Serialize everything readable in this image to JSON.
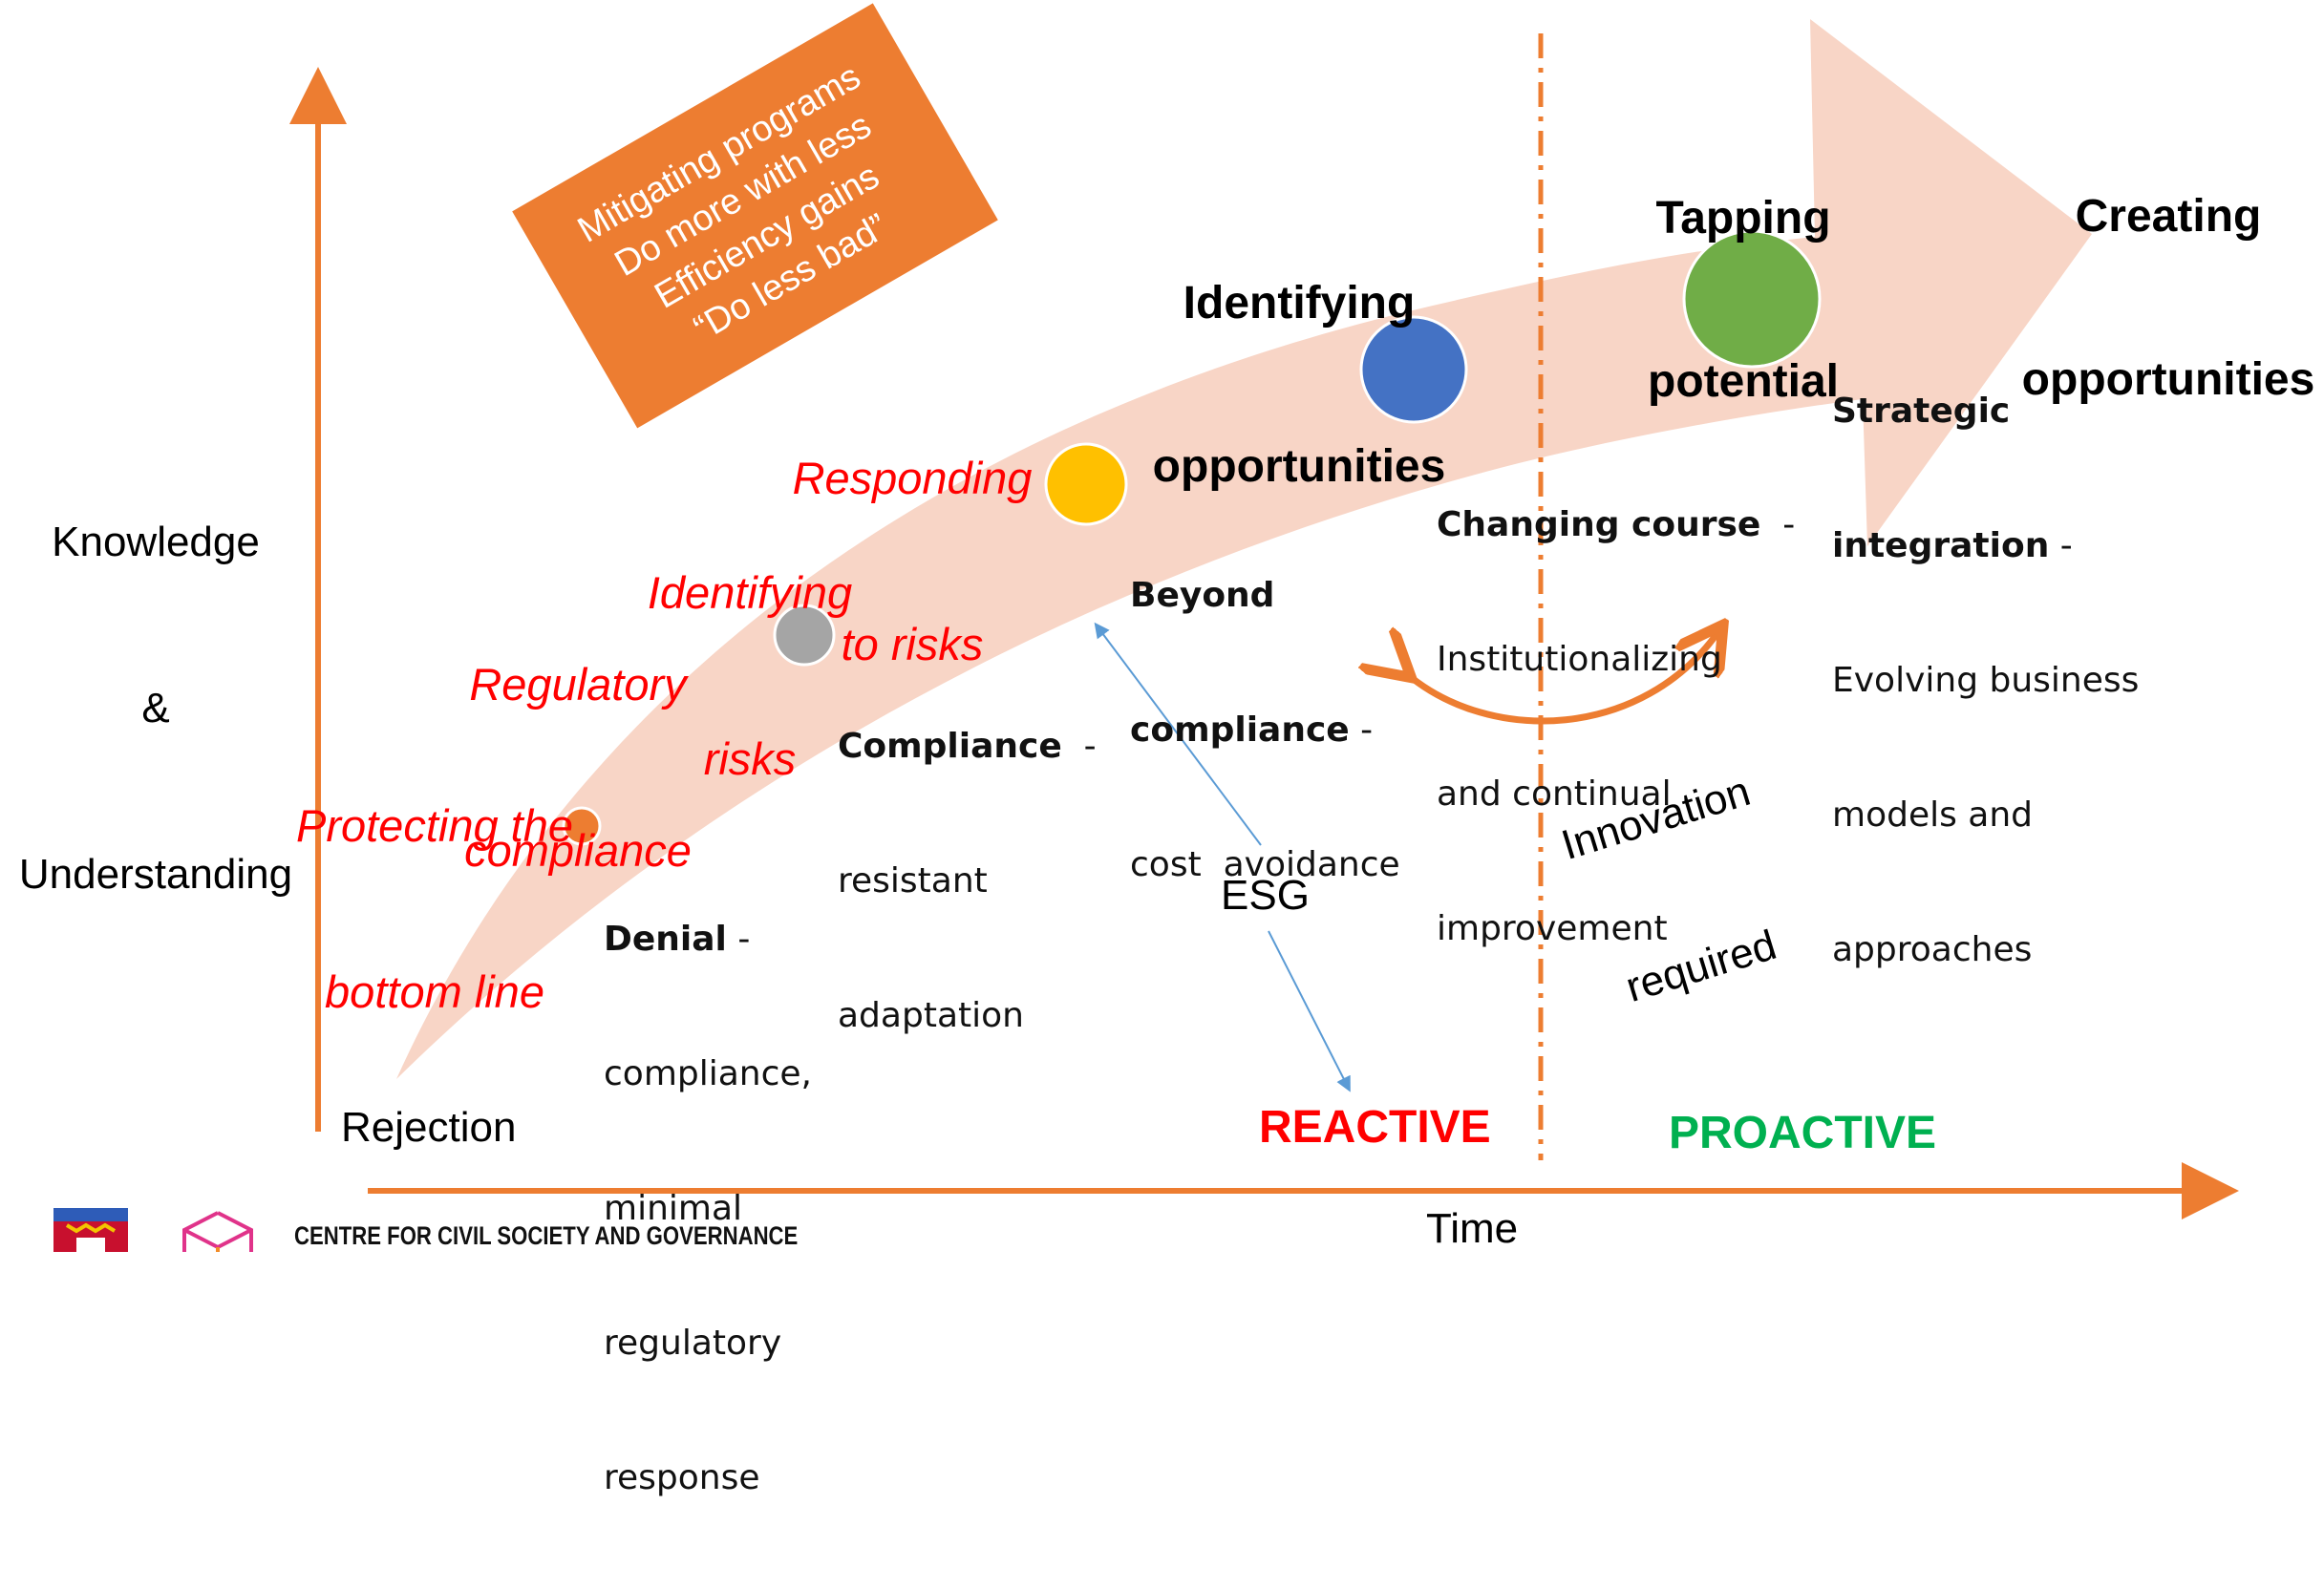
{
  "y_axis_label": [
    "Knowledge",
    "&",
    "Understanding"
  ],
  "x_axis_label": "Time",
  "origin_label": "Rejection",
  "box": {
    "lines": [
      "Mitigating programs",
      "Do more with less",
      "Efficiency gains",
      "“Do less  bad”"
    ],
    "color": "#ed7d31"
  },
  "risk_labels": [
    [
      "Responding",
      "to risks"
    ],
    [
      "Identifying",
      "risks"
    ],
    [
      "Regulatory",
      "compliance"
    ],
    [
      "Protecting the",
      "bottom line"
    ]
  ],
  "headings": {
    "identifying": [
      "Identifying",
      "opportunities"
    ],
    "tapping": [
      "Tapping",
      "potential"
    ],
    "creating": [
      "Creating",
      "opportunities"
    ]
  },
  "stages": [
    {
      "title": "Denial",
      "sep": " -",
      "lines": [
        "compliance,",
        "minimal",
        "regulatory",
        "response"
      ],
      "color": "#ed7d31"
    },
    {
      "title": "Compliance",
      "sep": "  -",
      "lines": [
        "resistant",
        "adaptation"
      ],
      "color": "#a5a5a5"
    },
    {
      "title_lines": [
        "Beyond",
        "compliance"
      ],
      "sep": " -",
      "lines": [
        "cost  avoidance"
      ],
      "color": "#ffc000"
    },
    {
      "title": "Changing course",
      "sep": "  -",
      "lines": [
        "Institutionalizing",
        "and continual",
        "improvement"
      ],
      "color": "#4472c4"
    },
    {
      "title_lines": [
        "Strategic",
        "integration"
      ],
      "sep": " -",
      "lines": [
        "Evolving business",
        "models and",
        "approaches"
      ],
      "color": "#70ad47"
    }
  ],
  "esg_label": "ESG",
  "innovation": [
    "Innovation",
    "required"
  ],
  "reactive": {
    "label": "REACTIVE",
    "color": "#ff0000"
  },
  "proactive": {
    "label": "PROACTIVE",
    "color": "#00b050"
  },
  "footer": {
    "centre": "CENTRE FOR CIVIL SOCIETY AND GOVERNANCE"
  },
  "colors": {
    "axis": "#ed7d31",
    "arrow_fill": "#f8d5c6",
    "esg_arrow": "#5b9bd5"
  }
}
